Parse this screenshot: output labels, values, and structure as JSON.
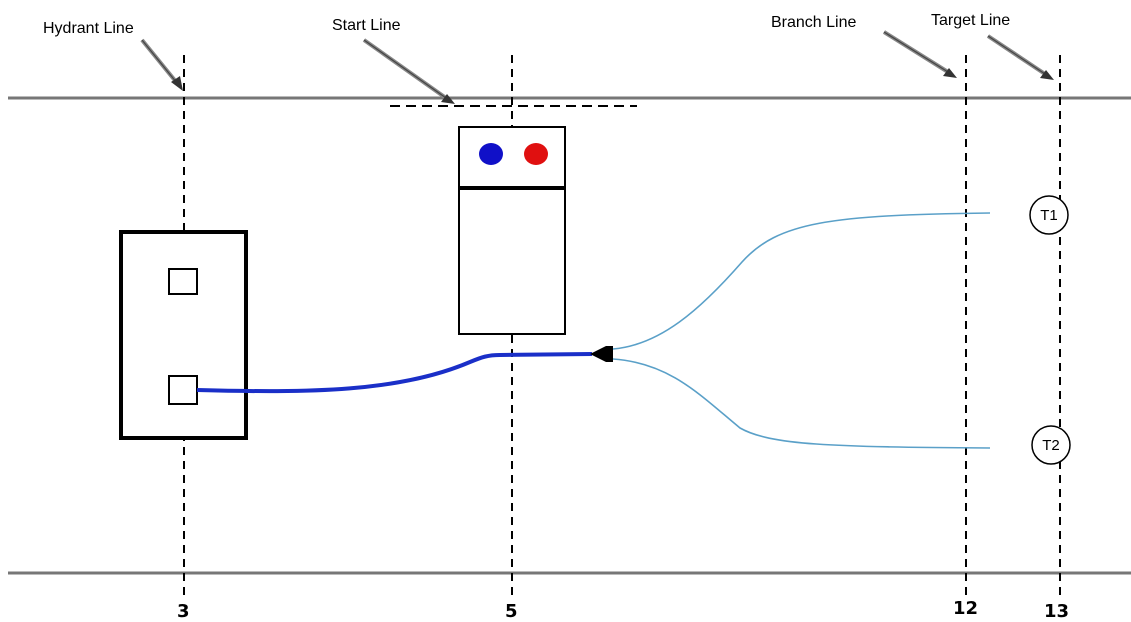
{
  "lines": {
    "hydrant": {
      "label": "Hydrant Line",
      "position": "3"
    },
    "start": {
      "label": "Start Line",
      "position": "5"
    },
    "branch": {
      "label": "Branch Line",
      "position": "12"
    },
    "target": {
      "label": "Target Line",
      "position": "13"
    }
  },
  "targets": {
    "t1": "T1",
    "t2": "T2"
  },
  "colors": {
    "supply_hose": "#1a2fc8",
    "attack_hose": "#5aa0c8",
    "blue_light": "#1010c8",
    "red_light": "#e01010",
    "road_line": "#777777"
  }
}
